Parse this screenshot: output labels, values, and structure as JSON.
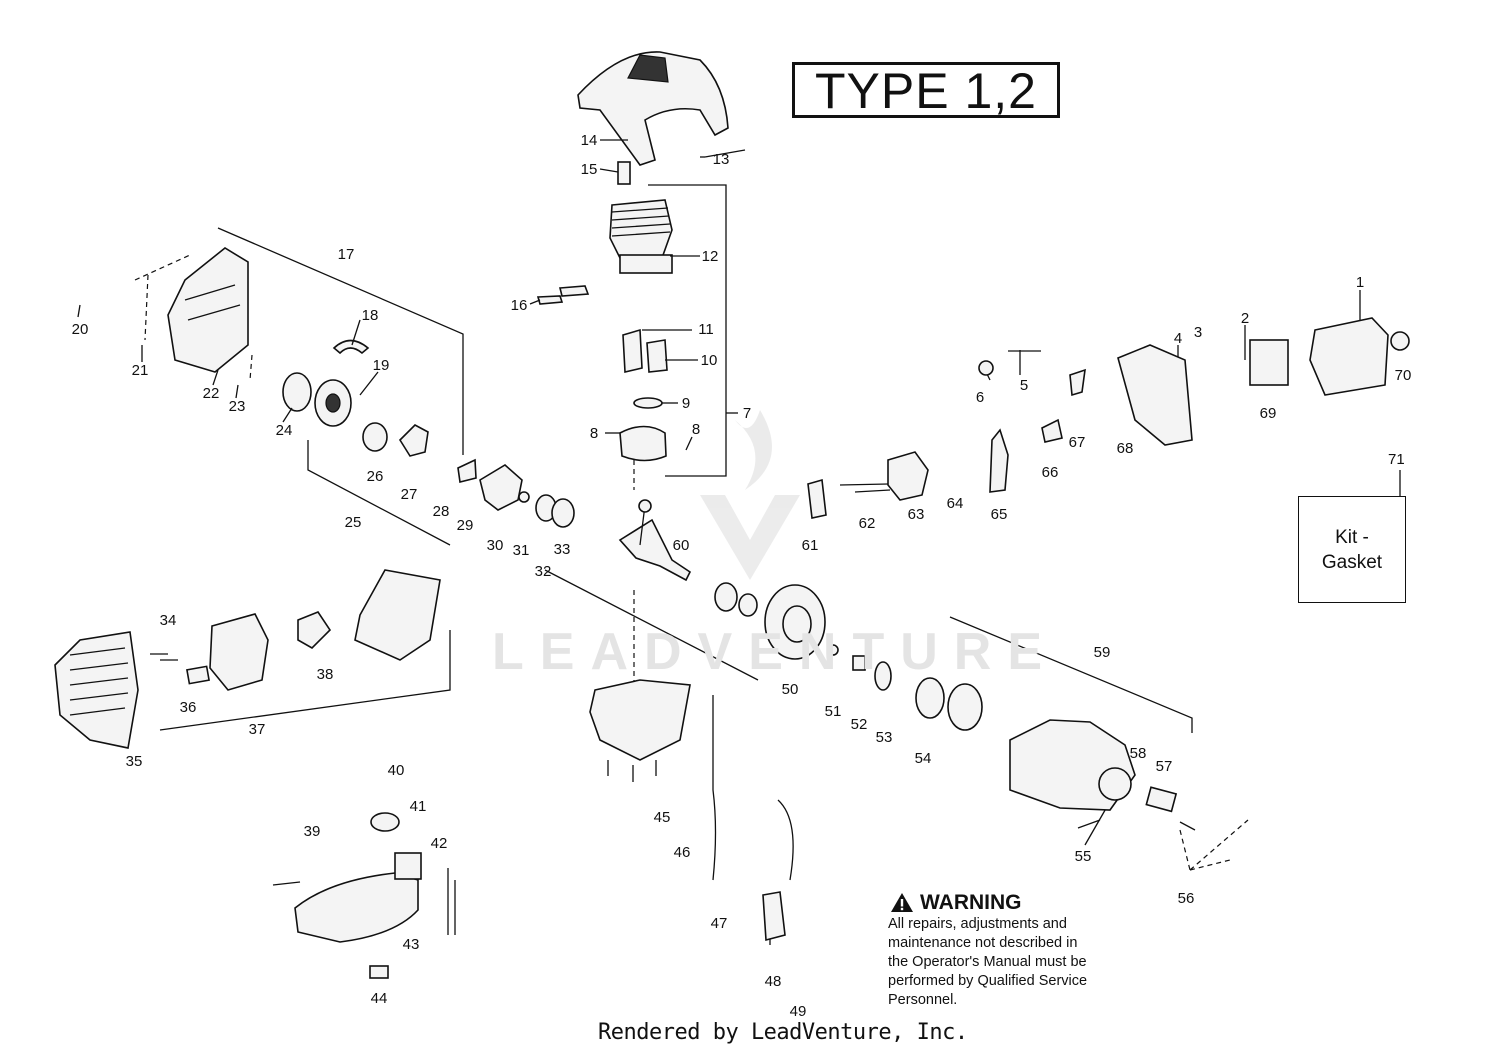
{
  "title": "TYPE 1,2",
  "kit_box": {
    "number": "71",
    "line1": "Kit -",
    "line2": "Gasket"
  },
  "warning": {
    "title": "WARNING",
    "lines": [
      "All repairs, adjustments and",
      "maintenance not described in",
      "the Operator's Manual must be",
      "performed by Qualified Service",
      "Personnel."
    ]
  },
  "footer": "Rendered by LeadVenture, Inc.",
  "watermark": "LEADVENTURE",
  "part_numbers": [
    "1",
    "2",
    "3",
    "4",
    "5",
    "6",
    "7",
    "8",
    "8",
    "9",
    "10",
    "11",
    "12",
    "13",
    "14",
    "15",
    "16",
    "17",
    "18",
    "19",
    "20",
    "21",
    "22",
    "23",
    "24",
    "25",
    "26",
    "27",
    "28",
    "29",
    "30",
    "31",
    "32",
    "33",
    "34",
    "35",
    "36",
    "37",
    "38",
    "39",
    "40",
    "41",
    "42",
    "43",
    "44",
    "45",
    "46",
    "47",
    "48",
    "49",
    "50",
    "51",
    "52",
    "53",
    "54",
    "55",
    "56",
    "57",
    "58",
    "59",
    "60",
    "61",
    "62",
    "63",
    "64",
    "65",
    "66",
    "67",
    "68",
    "69",
    "70"
  ]
}
